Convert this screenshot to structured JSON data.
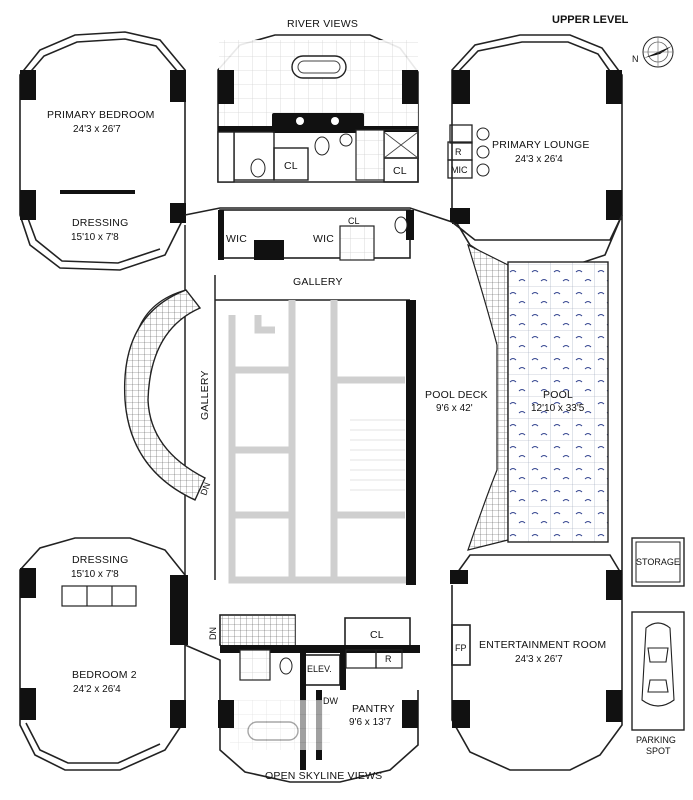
{
  "level": "UPPER LEVEL",
  "views": {
    "top": "RIVER VIEWS",
    "bottom": "OPEN SKYLINE VIEWS"
  },
  "rooms": {
    "primary_bedroom": {
      "name": "PRIMARY BEDROOM",
      "dim": "24'3 x 26'7"
    },
    "dressing_top": {
      "name": "DRESSING",
      "dim": "15'10 x 7'8"
    },
    "primary_lounge": {
      "name": "PRIMARY LOUNGE",
      "dim": "24'3 x 26'4"
    },
    "gallery_top": {
      "name": "GALLERY"
    },
    "gallery_side": {
      "name": "GALLERY"
    },
    "pool_deck": {
      "name": "POOL DECK",
      "dim": "9'6 x 42'"
    },
    "pool": {
      "name": "POOL",
      "dim": "12'10 x 33'5"
    },
    "dressing_bottom": {
      "name": "DRESSING",
      "dim": "15'10 x 7'8"
    },
    "bedroom2": {
      "name": "BEDROOM 2",
      "dim": "24'2 x 26'4"
    },
    "entertainment": {
      "name": "ENTERTAINMENT ROOM",
      "dim": "24'3 x 26'7"
    },
    "pantry": {
      "name": "PANTRY",
      "dim": "9'6 x 13'7"
    },
    "storage": {
      "name": "STORAGE"
    },
    "parking": {
      "line1": "PARKING",
      "line2": "SPOT"
    }
  },
  "fixtures": {
    "cl": "CL",
    "wic": "WIC",
    "r": "R",
    "mic": "MIC",
    "fp": "FP",
    "elev": "ELEV.",
    "dw": "DW",
    "dn": "DN"
  },
  "compass_letter": "N"
}
